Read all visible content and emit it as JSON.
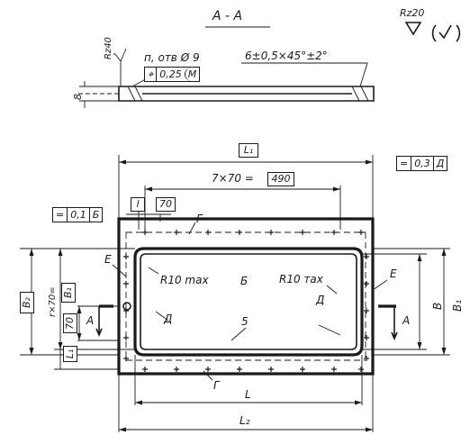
{
  "section": {
    "title": "А - А"
  },
  "roughness": {
    "general": "Rz20",
    "local": "Rz40",
    "check": "(√)"
  },
  "section_labels": {
    "holes": "п, отв Ø 9",
    "chamfer": "6±0,5×45°±2°",
    "thickness": "8"
  },
  "position_tolerance": {
    "symbol": "⌖",
    "value": "0,25",
    "modifier": "M"
  },
  "dimensions": {
    "L1": "L₁",
    "L": "L",
    "L2": "L₂",
    "spacing": "7×70 = ",
    "spacing_total": "490",
    "pitch": "70",
    "l": "l",
    "l1": "L₁",
    "B": "B",
    "B1_left": "B₁",
    "B1_right": "B₁",
    "B2": "B₂",
    "vert_pitch": "70",
    "vert_chain": "r×70="
  },
  "tolerances": {
    "symmetry_top": {
      "symbol": "=",
      "value": "0,3",
      "datum": "Д"
    },
    "symmetry_left": {
      "symbol": "=",
      "value": "0,1",
      "datum": "Б"
    }
  },
  "plan_labels": {
    "G_top": "Г",
    "G_bottom": "Г",
    "E_left": "Е",
    "E_right": "E",
    "R_max": "R10 max",
    "R_2x": "R10 тах",
    "B_datum": "Б",
    "D_left": "Д",
    "D_right": "Д",
    "five": "5",
    "A_left": "A",
    "A_right": "A"
  }
}
